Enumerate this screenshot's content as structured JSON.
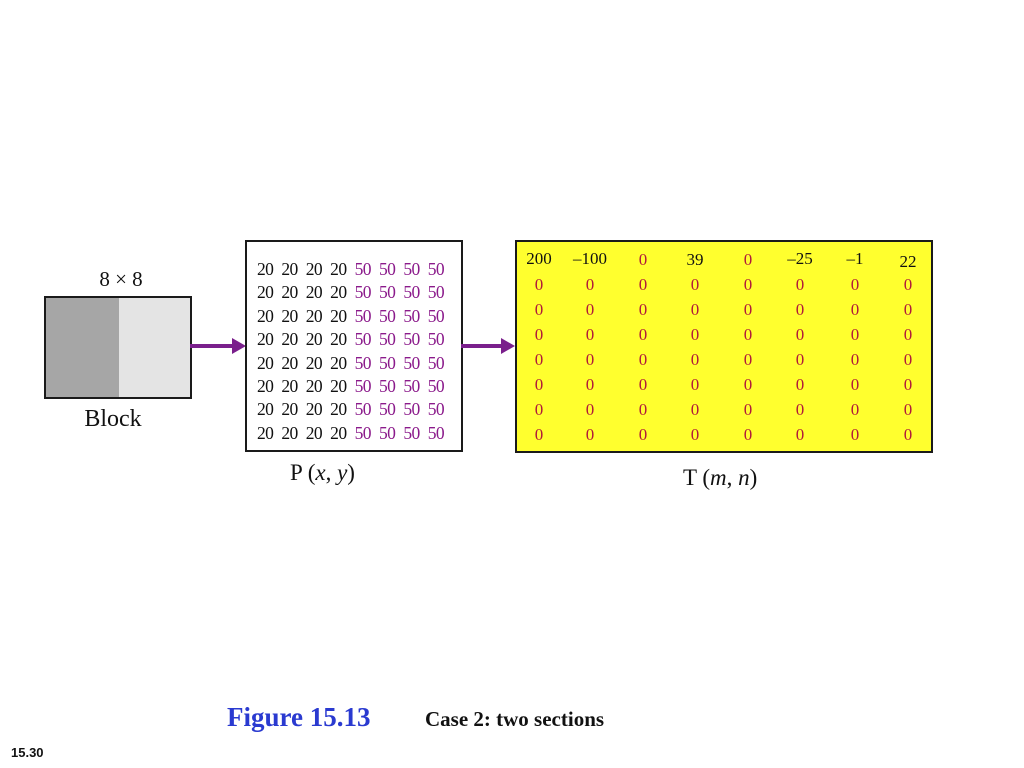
{
  "block": {
    "size_label": "8 × 8",
    "label": "Block",
    "left_color": "#a6a6a6",
    "right_color": "#e4e4e4"
  },
  "p_matrix": {
    "label_prefix": "P (",
    "label_x": "x",
    "label_sep": ", ",
    "label_y": "y",
    "label_suffix": ")",
    "rows": [
      [
        "20",
        "20",
        "20",
        "20",
        "50",
        "50",
        "50",
        "50"
      ],
      [
        "20",
        "20",
        "20",
        "20",
        "50",
        "50",
        "50",
        "50"
      ],
      [
        "20",
        "20",
        "20",
        "20",
        "50",
        "50",
        "50",
        "50"
      ],
      [
        "20",
        "20",
        "20",
        "20",
        "50",
        "50",
        "50",
        "50"
      ],
      [
        "20",
        "20",
        "20",
        "20",
        "50",
        "50",
        "50",
        "50"
      ],
      [
        "20",
        "20",
        "20",
        "20",
        "50",
        "50",
        "50",
        "50"
      ],
      [
        "20",
        "20",
        "20",
        "20",
        "50",
        "50",
        "50",
        "50"
      ],
      [
        "20",
        "20",
        "20",
        "20",
        "50",
        "50",
        "50",
        "50"
      ]
    ]
  },
  "t_matrix": {
    "label_prefix": "T (",
    "label_m": "m",
    "label_sep": ", ",
    "label_n": "n",
    "label_suffix": ")",
    "background": "#ffff2e",
    "rows": [
      [
        "200",
        "–100",
        "0",
        "39",
        "0",
        "–25",
        "–1",
        "22"
      ],
      [
        "0",
        "0",
        "0",
        "0",
        "0",
        "0",
        "0",
        "0"
      ],
      [
        "0",
        "0",
        "0",
        "0",
        "0",
        "0",
        "0",
        "0"
      ],
      [
        "0",
        "0",
        "0",
        "0",
        "0",
        "0",
        "0",
        "0"
      ],
      [
        "0",
        "0",
        "0",
        "0",
        "0",
        "0",
        "0",
        "0"
      ],
      [
        "0",
        "0",
        "0",
        "0",
        "0",
        "0",
        "0",
        "0"
      ],
      [
        "0",
        "0",
        "0",
        "0",
        "0",
        "0",
        "0",
        "0"
      ],
      [
        "0",
        "0",
        "0",
        "0",
        "0",
        "0",
        "0",
        "0"
      ]
    ]
  },
  "colors": {
    "arrow": "#7a1f8c",
    "p_high_values": "#8b1a8b",
    "t_zero_values": "#b01a3a",
    "figure_number": "#2a3ad0"
  },
  "figure": {
    "number": "Figure 15.13",
    "caption": "Case 2: two sections"
  },
  "slide_number": "15.30"
}
